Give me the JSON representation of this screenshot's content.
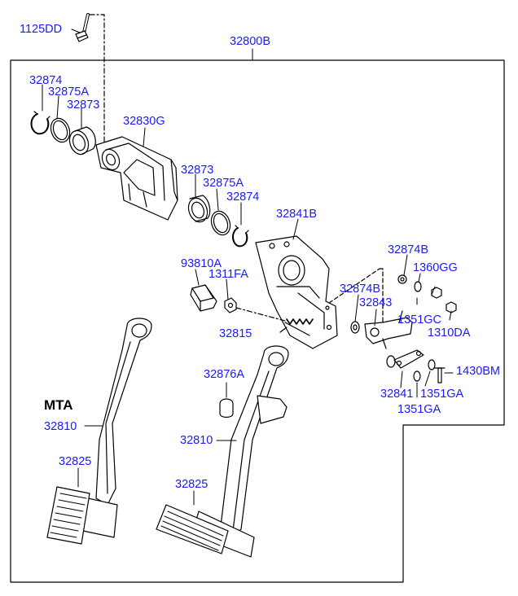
{
  "diagram": {
    "frame_label": "32800B",
    "variant_label": "MTA",
    "colors": {
      "label": "#1a1aff",
      "line": "#000000",
      "background": "#ffffff"
    },
    "parts": [
      {
        "id": "p1125dd",
        "code": "1125DD"
      },
      {
        "id": "p32874_a",
        "code": "32874"
      },
      {
        "id": "p32875a_a",
        "code": "32875A"
      },
      {
        "id": "p32873_a",
        "code": "32873"
      },
      {
        "id": "p32830g",
        "code": "32830G"
      },
      {
        "id": "p32873_b",
        "code": "32873"
      },
      {
        "id": "p32875a_b",
        "code": "32875A"
      },
      {
        "id": "p32874_b",
        "code": "32874"
      },
      {
        "id": "p32841b",
        "code": "32841B"
      },
      {
        "id": "p32874b_a",
        "code": "32874B"
      },
      {
        "id": "p1360gg",
        "code": "1360GG"
      },
      {
        "id": "p93810a",
        "code": "93810A"
      },
      {
        "id": "p1311fa",
        "code": "1311FA"
      },
      {
        "id": "p32874b_b",
        "code": "32874B"
      },
      {
        "id": "p32843",
        "code": "32843"
      },
      {
        "id": "p1351gc",
        "code": "1351GC"
      },
      {
        "id": "p1310da",
        "code": "1310DA"
      },
      {
        "id": "p32815",
        "code": "32815"
      },
      {
        "id": "p1430bm",
        "code": "1430BM"
      },
      {
        "id": "p32876a",
        "code": "32876A"
      },
      {
        "id": "p32841",
        "code": "32841"
      },
      {
        "id": "p1351ga_a",
        "code": "1351GA"
      },
      {
        "id": "p1351ga_b",
        "code": "1351GA"
      },
      {
        "id": "p32810_a",
        "code": "32810"
      },
      {
        "id": "p32810_b",
        "code": "32810"
      },
      {
        "id": "p32825_a",
        "code": "32825"
      },
      {
        "id": "p32825_b",
        "code": "32825"
      }
    ]
  }
}
